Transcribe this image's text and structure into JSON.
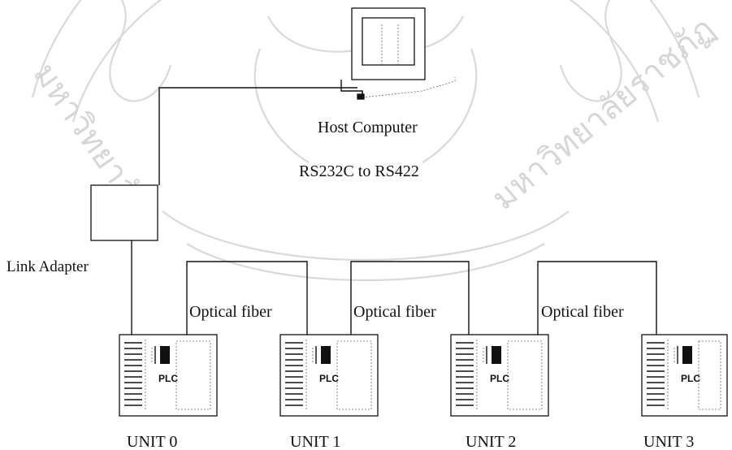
{
  "host": {
    "label": "Host Computer"
  },
  "converter": {
    "label": "RS232C to RS422"
  },
  "adapter": {
    "label": "Link Adapter"
  },
  "links": [
    {
      "label": "Optical fiber"
    },
    {
      "label": "Optical fiber"
    },
    {
      "label": "Optical fiber"
    }
  ],
  "units": [
    {
      "label": "UNIT 0",
      "device": "PLC"
    },
    {
      "label": "UNIT 1",
      "device": "PLC"
    },
    {
      "label": "UNIT 2",
      "device": "PLC"
    },
    {
      "label": "UNIT 3",
      "device": "PLC"
    }
  ],
  "watermark": {
    "text_left": "มหาวิทยาลัย",
    "text_right": "มหาวิทยาลัยราชภัฏ"
  }
}
